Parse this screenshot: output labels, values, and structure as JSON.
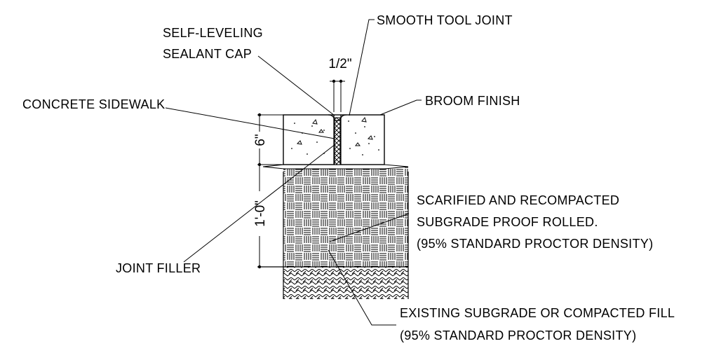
{
  "colors": {
    "ink": "#000000",
    "paper": "#ffffff"
  },
  "labels": {
    "smooth_tool_joint": "SMOOTH TOOL JOINT",
    "self_leveling_1": "SELF-LEVELING",
    "self_leveling_2": "SEALANT CAP",
    "concrete_sidewalk": "CONCRETE SIDEWALK",
    "broom_finish": "BROOM FINISH",
    "scarified_1": "SCARIFIED AND RECOMPACTED",
    "scarified_2": "SUBGRADE PROOF ROLLED.",
    "scarified_3": "(95% STANDARD PROCTOR DENSITY)",
    "joint_filler": "JOINT FILLER",
    "existing_1": "EXISTING SUBGRADE OR COMPACTED FILL",
    "existing_2": "(95% STANDARD PROCTOR DENSITY)"
  },
  "dimensions": {
    "joint_width": "1/2\"",
    "slab_thickness": "6\"",
    "subgrade_depth": "1'-0\""
  }
}
